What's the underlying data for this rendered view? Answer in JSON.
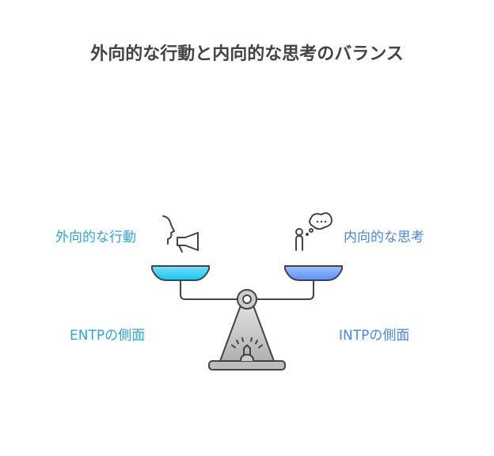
{
  "title": "外向的な行動と内向的な思考のバランス",
  "left": {
    "top_label": "外向的な行動",
    "bottom_label": "ENTPの側面",
    "color": "#2aa7d6"
  },
  "right": {
    "top_label": "内向的な思考",
    "bottom_label": "INTPの側面",
    "color": "#4a86e8"
  }
}
